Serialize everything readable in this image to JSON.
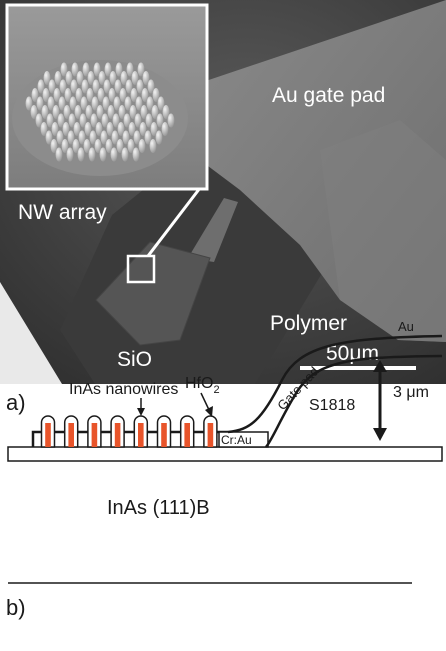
{
  "panel_a": {
    "labels": {
      "gate_pad": "Au gate pad",
      "nw_array": "NW array",
      "polymer": "Polymer",
      "sio": "SiO",
      "scale_bar": "50μm"
    },
    "panel_letter": "a)"
  },
  "panel_b": {
    "labels": {
      "nanowires": "InAs nanowires",
      "oxide_base": "HfO",
      "oxide_sub": "2",
      "gate_pad": "Gate pad",
      "au": "Au",
      "s1818": "S1818",
      "thickness": "3 μm",
      "contact": "Cr:Au",
      "substrate": "InAs (111)B"
    },
    "panel_letter": "b)",
    "nanowire_count": 8,
    "colors": {
      "wire_core": "#e8542a",
      "outline": "#1a1a1a"
    }
  }
}
